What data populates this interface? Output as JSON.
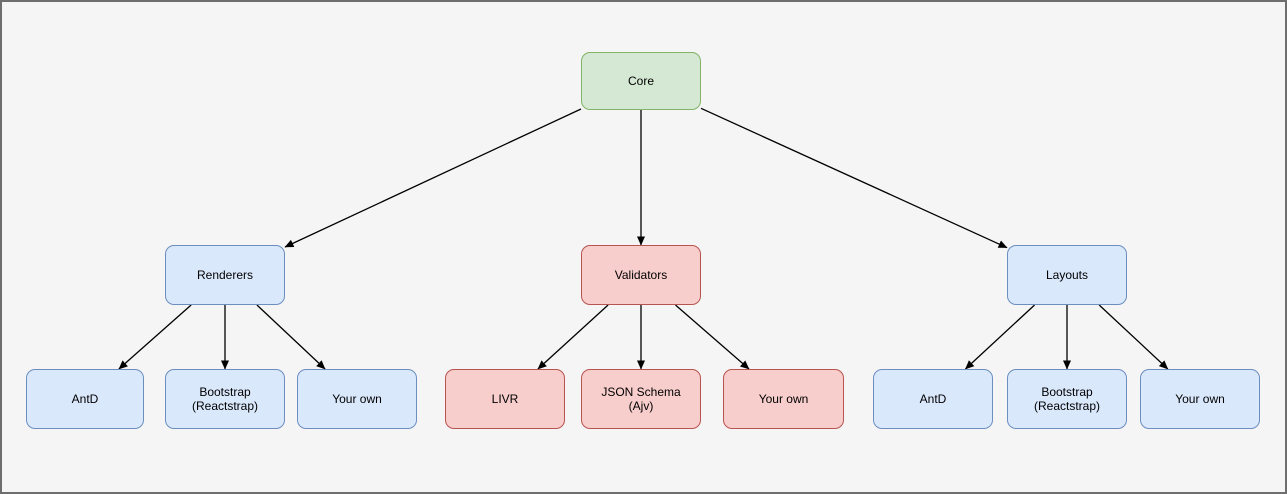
{
  "diagram": {
    "background": "#f5f5f5",
    "frame_border": "#6e6e6e",
    "edge_color": "#000000",
    "colors": {
      "green": {
        "fill": "#d5e8d4",
        "stroke": "#82b366"
      },
      "blue": {
        "fill": "#dae8fc",
        "stroke": "#6c8ebf"
      },
      "red": {
        "fill": "#f8cecc",
        "stroke": "#b85450"
      }
    },
    "nodes": [
      {
        "id": "core",
        "label": "Core",
        "type": "green"
      },
      {
        "id": "renderers",
        "label": "Renderers",
        "type": "blue"
      },
      {
        "id": "validators",
        "label": "Validators",
        "type": "red"
      },
      {
        "id": "layouts",
        "label": "Layouts",
        "type": "blue"
      },
      {
        "id": "r-antd",
        "label": "AntD",
        "type": "blue"
      },
      {
        "id": "r-bootstrap",
        "label": "Bootstrap\n(Reactstrap)",
        "type": "blue"
      },
      {
        "id": "r-own",
        "label": "Your own",
        "type": "blue"
      },
      {
        "id": "v-livr",
        "label": "LIVR",
        "type": "red"
      },
      {
        "id": "v-json",
        "label": "JSON Schema\n(Ajv)",
        "type": "red"
      },
      {
        "id": "v-own",
        "label": "Your own",
        "type": "red"
      },
      {
        "id": "l-antd",
        "label": "AntD",
        "type": "blue"
      },
      {
        "id": "l-bootstrap",
        "label": "Bootstrap\n(Reactstrap)",
        "type": "blue"
      },
      {
        "id": "l-own",
        "label": "Your own",
        "type": "blue"
      }
    ],
    "edges": [
      [
        "core",
        "renderers"
      ],
      [
        "core",
        "validators"
      ],
      [
        "core",
        "layouts"
      ],
      [
        "renderers",
        "r-antd"
      ],
      [
        "renderers",
        "r-bootstrap"
      ],
      [
        "renderers",
        "r-own"
      ],
      [
        "validators",
        "v-livr"
      ],
      [
        "validators",
        "v-json"
      ],
      [
        "validators",
        "v-own"
      ],
      [
        "layouts",
        "l-antd"
      ],
      [
        "layouts",
        "l-bootstrap"
      ],
      [
        "layouts",
        "l-own"
      ]
    ]
  }
}
